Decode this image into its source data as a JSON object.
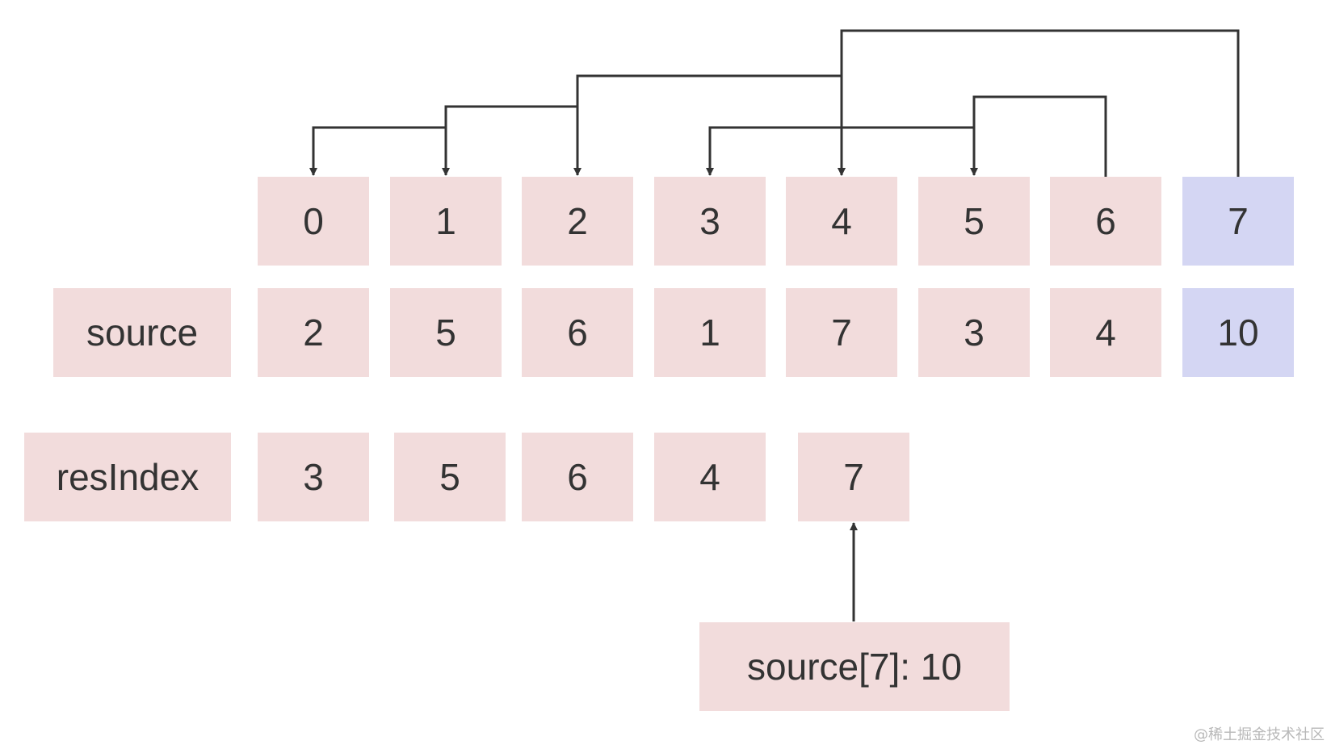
{
  "colors": {
    "cell_fill": "#f2dcdc",
    "highlight_fill": "#d4d6f3",
    "text": "#333333",
    "arrow": "#333333",
    "watermark": "#b8b8b8"
  },
  "index_row": {
    "cells": [
      "0",
      "1",
      "2",
      "3",
      "4",
      "5",
      "6",
      "7"
    ],
    "highlight_index": 7
  },
  "source_row": {
    "label": "source",
    "cells": [
      "2",
      "5",
      "6",
      "1",
      "7",
      "3",
      "4",
      "10"
    ],
    "highlight_index": 7
  },
  "resindex_row": {
    "label": "resIndex",
    "cells": [
      "3",
      "5",
      "6",
      "4",
      "7"
    ]
  },
  "pointer_box": {
    "label": "source[7]: 10",
    "points_to_resindex_position": 4
  },
  "links": [
    {
      "from": 1,
      "to": 0
    },
    {
      "from": 2,
      "to": 1
    },
    {
      "from": 4,
      "to": 2
    },
    {
      "from": 5,
      "to": 3
    },
    {
      "from": 5,
      "to": 4
    },
    {
      "from": 6,
      "to": 5
    },
    {
      "from": 7,
      "to": 4
    }
  ],
  "watermark": "@稀土掘金技术社区"
}
